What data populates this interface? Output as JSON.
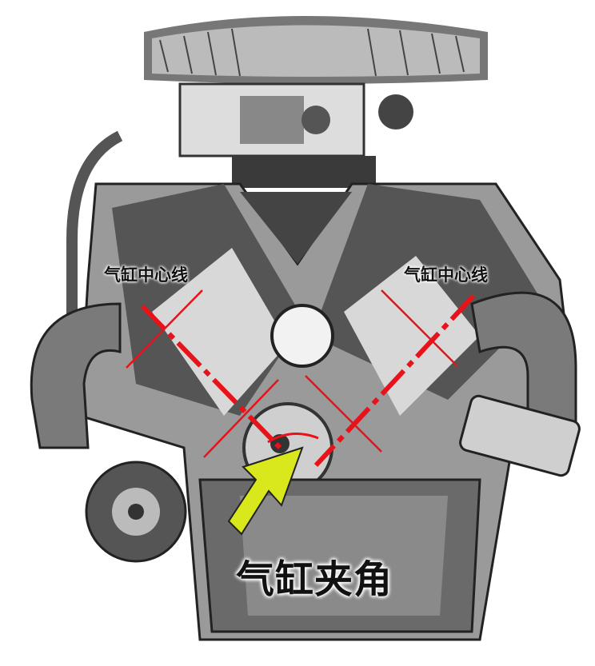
{
  "labels": {
    "left_centerline": "气缸中心线",
    "right_centerline": "气缸中心线",
    "bank_angle": "气缸夹角"
  },
  "colors": {
    "centerline": "#e8121a",
    "arrow": "#d8e81c",
    "engine_dark": "#3a3a3a",
    "engine_mid": "#8a8a8a"
  }
}
